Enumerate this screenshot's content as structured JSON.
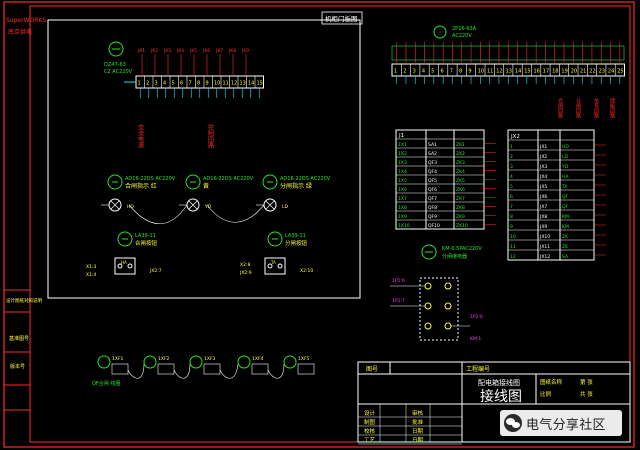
{
  "left_strip": {
    "logo_line1": "SuperWORKS",
    "logo_line2": "南京供电",
    "labels": [
      "设计图纸对照说明",
      "基准图号",
      "版本号",
      "",
      ""
    ]
  },
  "cabinet": {
    "title": "机柜门板图",
    "breaker_code": "DZ47-63",
    "breaker_spec": "C2 AC220V",
    "terminal_top": [
      "JK1",
      "JK2",
      "JK3",
      "JK4",
      "JK5",
      "JK6",
      "JK7",
      "JK8",
      "JK9"
    ],
    "terminal_nums": [
      "1",
      "2",
      "3",
      "4",
      "5",
      "6",
      "7",
      "8",
      "9",
      "10",
      "11",
      "12",
      "13",
      "14",
      "15"
    ],
    "wire_labels": [
      "交流电源",
      "控制回路"
    ],
    "lamps": [
      {
        "code": "AD16-22DS",
        "spec": "AC220V",
        "name": "合闸指示 红",
        "id": "HD"
      },
      {
        "code": "AD16-22DS",
        "spec": "AC220V",
        "name": "黄",
        "id": "YD"
      },
      {
        "code": "AD16-22DS",
        "spec": "AC220V",
        "name": "分闸指示 绿",
        "id": "LD"
      }
    ],
    "switches": [
      {
        "code": "LA39-11",
        "name": "合闸按钮",
        "id": "HA"
      },
      {
        "code": "LA39-11",
        "name": "分闸按钮",
        "id": "TA"
      }
    ],
    "jumpers": [
      "X1:3",
      "X1:4",
      "JX2:7",
      "X2:8",
      "JX2:9",
      "X2:10"
    ]
  },
  "right_top": {
    "code": "2P16-63A",
    "spec": "AC220V",
    "terminals": [
      "1",
      "2",
      "3",
      "4",
      "5",
      "6",
      "7",
      "8",
      "9",
      "10",
      "11",
      "12",
      "13",
      "14",
      "15",
      "16",
      "17",
      "18",
      "19",
      "20",
      "21",
      "22",
      "23",
      "24",
      "25"
    ],
    "right_labels": [
      "合闸回路",
      "分闸回路",
      "信号回路",
      "储能回路"
    ]
  },
  "table_j1": {
    "header": "J1",
    "rows": [
      [
        "1X1",
        "SA1",
        "ZK1"
      ],
      [
        "1X2",
        "SA2",
        "ZK2"
      ],
      [
        "1X3",
        "QF3",
        "ZK3"
      ],
      [
        "1X4",
        "QF4",
        "ZK4"
      ],
      [
        "1X5",
        "QF5",
        "ZK5"
      ],
      [
        "1X6",
        "QF6",
        "ZK6"
      ],
      [
        "1X7",
        "QF7",
        "ZK7"
      ],
      [
        "1X8",
        "QF8",
        "ZK8"
      ],
      [
        "1X9",
        "QF9",
        "ZK9"
      ],
      [
        "1X10",
        "QF10",
        "ZK10"
      ]
    ]
  },
  "table_j2": {
    "header": "JX2",
    "rows": [
      [
        "1",
        "JX1",
        "HD"
      ],
      [
        "2",
        "JX2",
        "LD"
      ],
      [
        "3",
        "JX3",
        "YD"
      ],
      [
        "4",
        "JX4",
        "HA"
      ],
      [
        "5",
        "JX5",
        "TA"
      ],
      [
        "6",
        "JX6",
        "QF"
      ],
      [
        "7",
        "JX7",
        "QF"
      ],
      [
        "8",
        "JX8",
        "KM"
      ],
      [
        "9",
        "JX9",
        "KM"
      ],
      [
        "10",
        "JX10",
        "ZK"
      ],
      [
        "11",
        "JX11",
        "ZK"
      ],
      [
        "12",
        "JX12",
        "SA"
      ]
    ]
  },
  "relay": {
    "code": "KM-0.5P",
    "label1": "AC220V",
    "label2": "分闸继电器",
    "wires": [
      "1P1:6",
      "1P1:7",
      "1P2:6",
      "KM:1"
    ]
  },
  "bottom_row": {
    "items": [
      "1XF1",
      "1XF2",
      "1XF3",
      "1XF4",
      "1XF5"
    ],
    "left_tag": "QF合闸 线圈"
  },
  "title_block": {
    "project_label": "图号",
    "project_no": "工程编号",
    "subject": "配电箱接线图",
    "drawing_name": "接线图",
    "right_fields": [
      "图纸名称",
      "比例",
      "第 张",
      "共 张"
    ],
    "left_rows": [
      [
        "设计",
        "",
        "审核"
      ],
      [
        "制图",
        "",
        "批准"
      ],
      [
        "校核",
        "",
        "日期"
      ],
      [
        "工艺",
        "",
        "日期"
      ]
    ]
  },
  "watermark": {
    "text": "电气分享社区"
  },
  "colors": {
    "border": "#ff2a2a",
    "line": "#ffffff",
    "green": "#27e32a",
    "yellow": "#ffff33",
    "cyan": "#1ee6ee",
    "magenta": "#ff3df2",
    "red": "#ff2a2a"
  }
}
